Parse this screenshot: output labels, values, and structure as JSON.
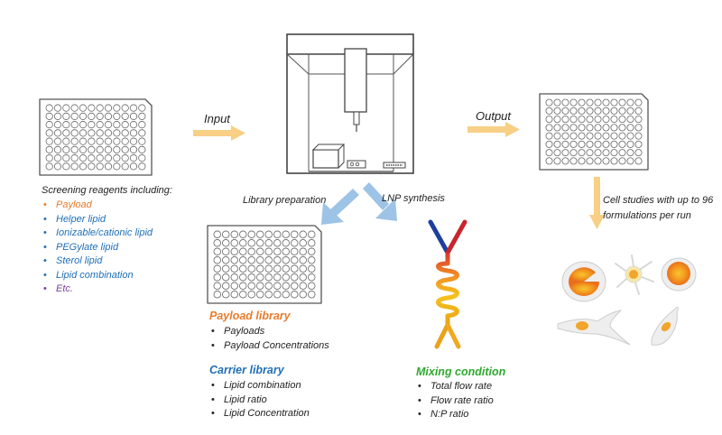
{
  "colors": {
    "arrow_orange": "#f7cf85",
    "arrow_blue": "#9dc3e6",
    "orange": "#e97b2a",
    "blue": "#1f6fb8",
    "green": "#2fa82f",
    "purple": "#7a3fa0",
    "plate_border": "#555555"
  },
  "flow": {
    "input_label": "Input",
    "output_label": "Output",
    "library_prep_label": "Library preparation",
    "lnp_synthesis_label": "LNP synthesis",
    "cell_studies_line1": "Cell studies with up to 96",
    "cell_studies_line2": "formulations per run"
  },
  "screening": {
    "title": "Screening reagents including:",
    "items": [
      {
        "text": "Payload",
        "color": "orange"
      },
      {
        "text": "Helper lipid",
        "color": "blue"
      },
      {
        "text": "Ionizable/cationic lipid",
        "color": "blue"
      },
      {
        "text": "PEGylate lipid",
        "color": "blue"
      },
      {
        "text": "Sterol lipid",
        "color": "blue"
      },
      {
        "text": "Lipid combination",
        "color": "blue"
      },
      {
        "text": "Etc.",
        "color": "purple"
      }
    ]
  },
  "payload_library": {
    "title": "Payload library",
    "items": [
      "Payloads",
      "Payload Concentrations"
    ]
  },
  "carrier_library": {
    "title": "Carrier library",
    "items": [
      "Lipid combination",
      "Lipid ratio",
      "Lipid Concentration"
    ]
  },
  "mixing_condition": {
    "title": "Mixing condition",
    "items": [
      "Total flow rate",
      "Flow rate ratio",
      "N:P ratio"
    ]
  }
}
